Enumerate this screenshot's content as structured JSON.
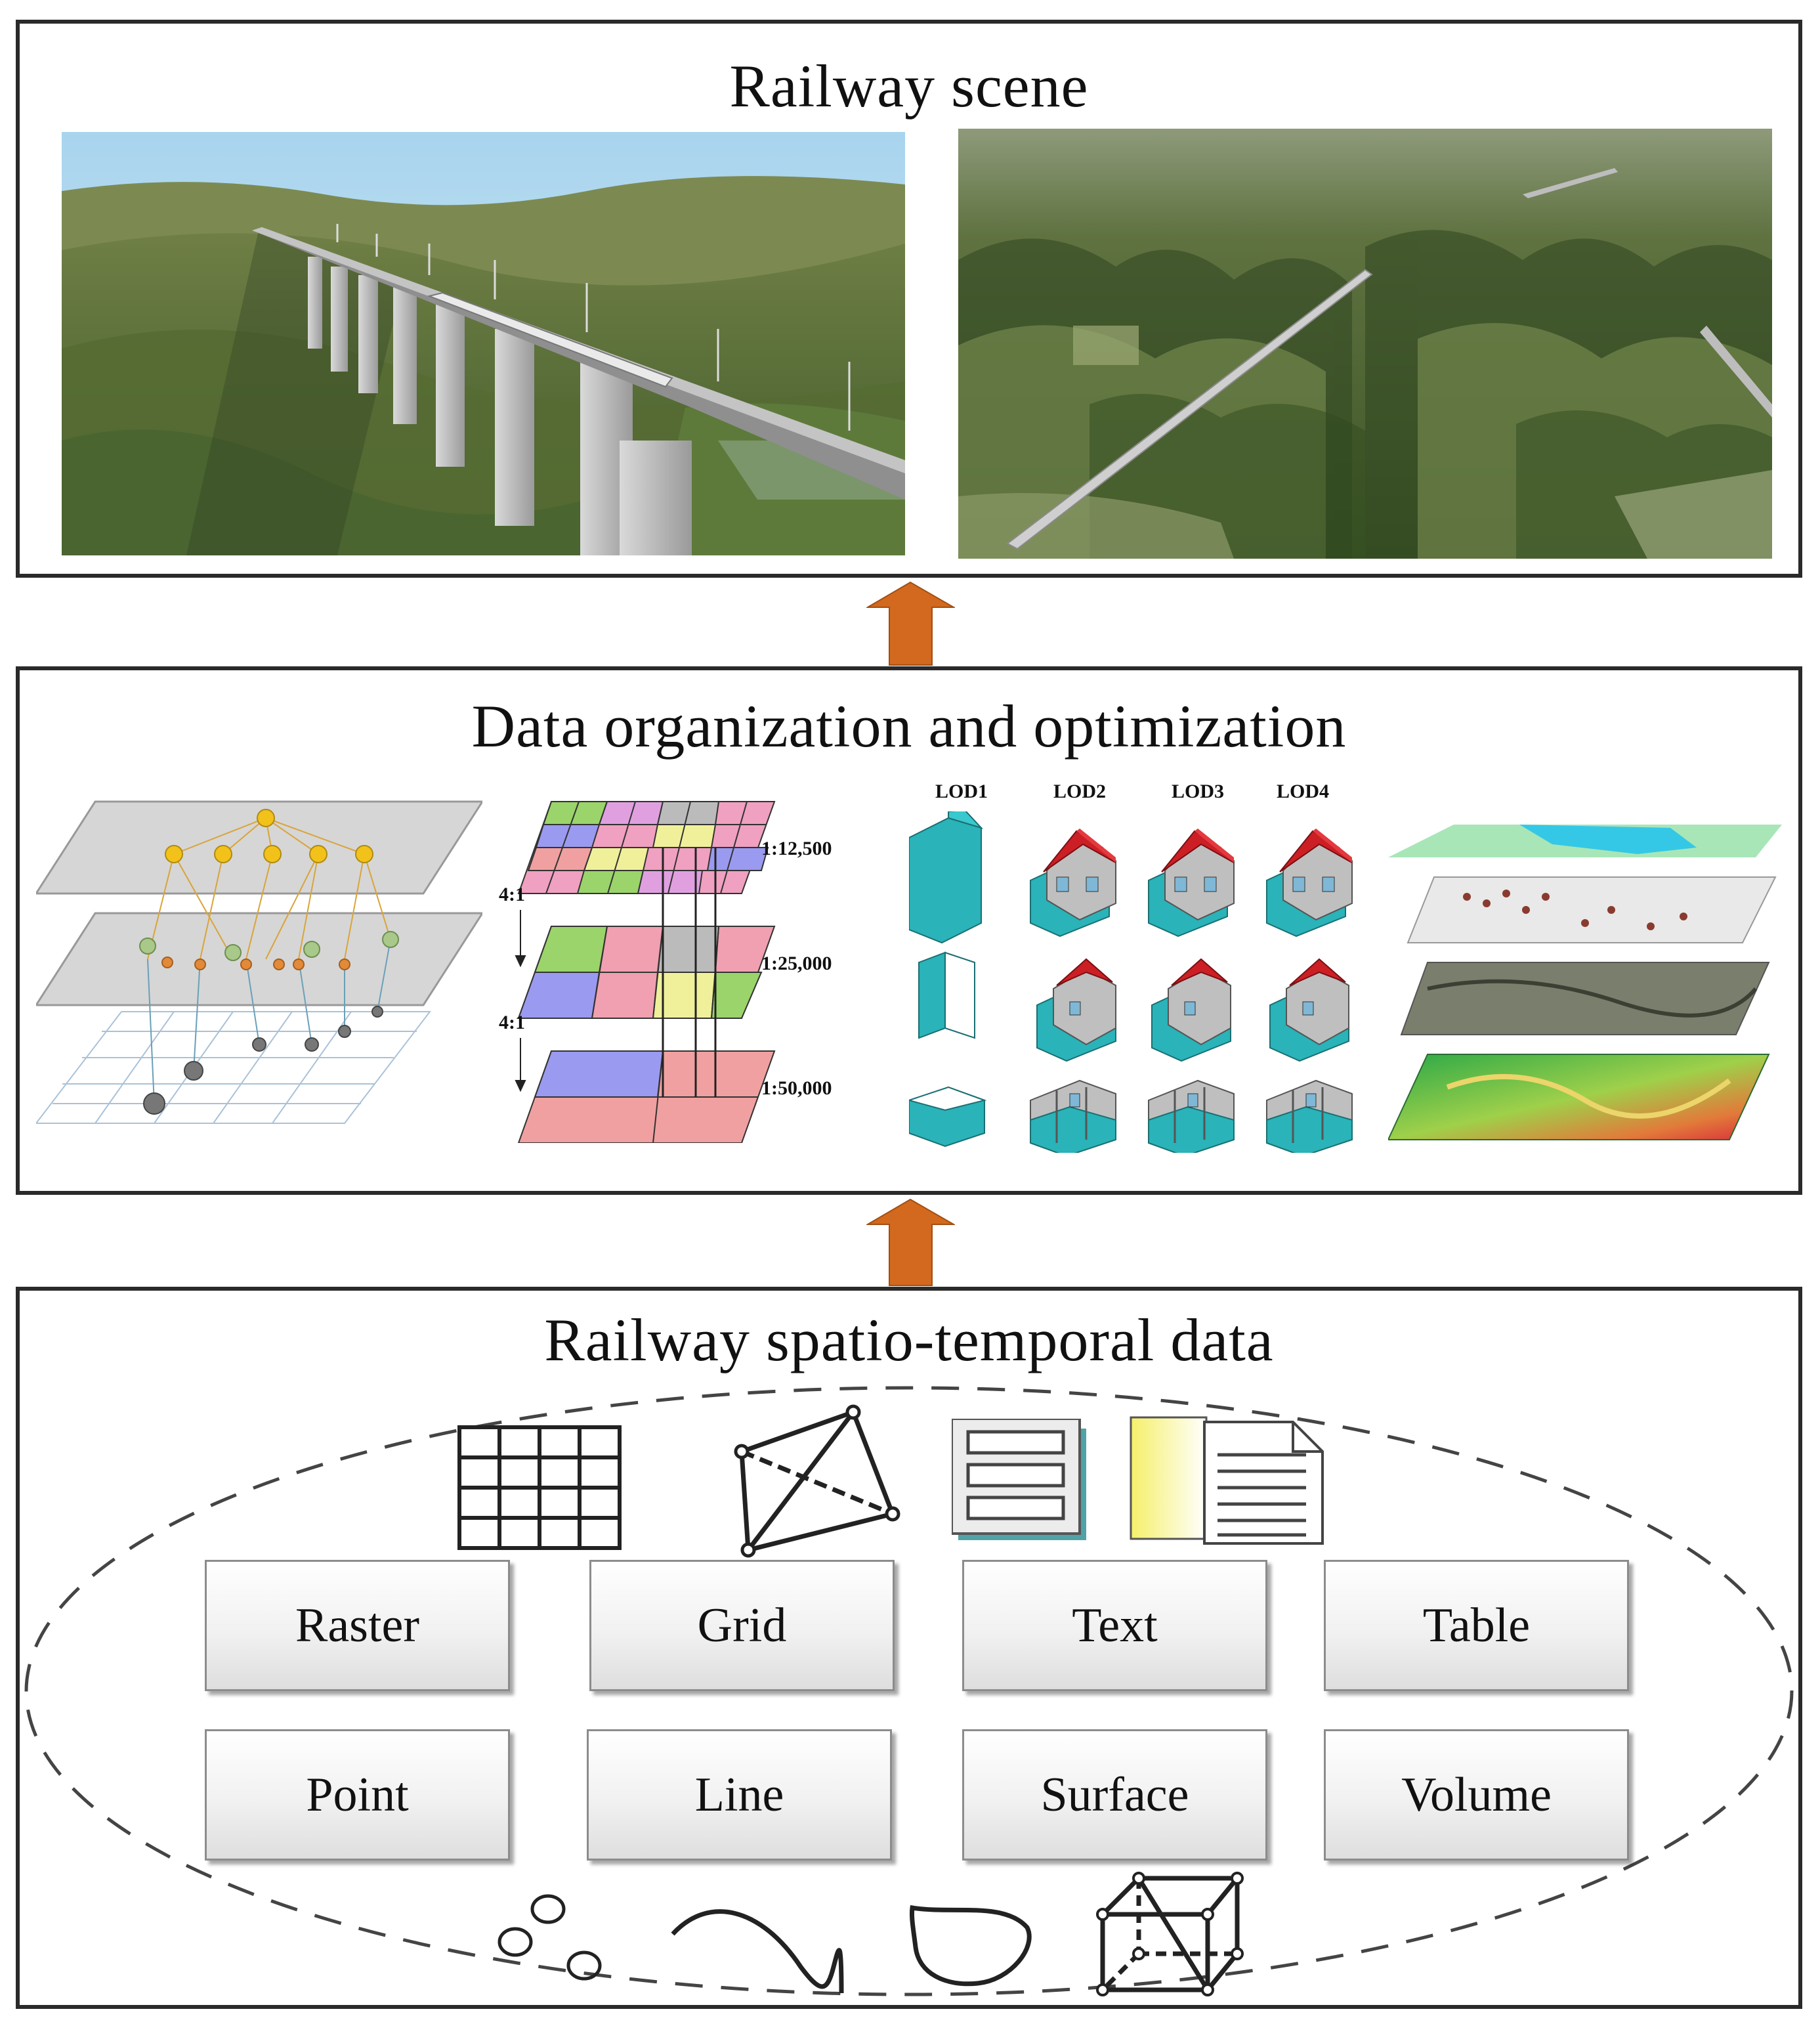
{
  "panels": {
    "scene": {
      "title": "Railway scene"
    },
    "organization": {
      "title": "Data organization and optimization",
      "lod_labels": [
        "LOD1",
        "LOD2",
        "LOD3",
        "LOD4"
      ],
      "scales": [
        "1:12,500",
        "1:25,000",
        "1:50,000"
      ],
      "ratios": [
        "4:1",
        "4:1"
      ]
    },
    "data": {
      "title": "Railway spatio-temporal data",
      "types": [
        "Raster",
        "Grid",
        "Text",
        "Table",
        "Point",
        "Line",
        "Surface",
        "Volume"
      ]
    }
  },
  "colors": {
    "arrow": "#d2691e",
    "border": "#2a2a2a",
    "lod_teal": "#2ab3b8",
    "roof_red": "#cc1f25"
  }
}
